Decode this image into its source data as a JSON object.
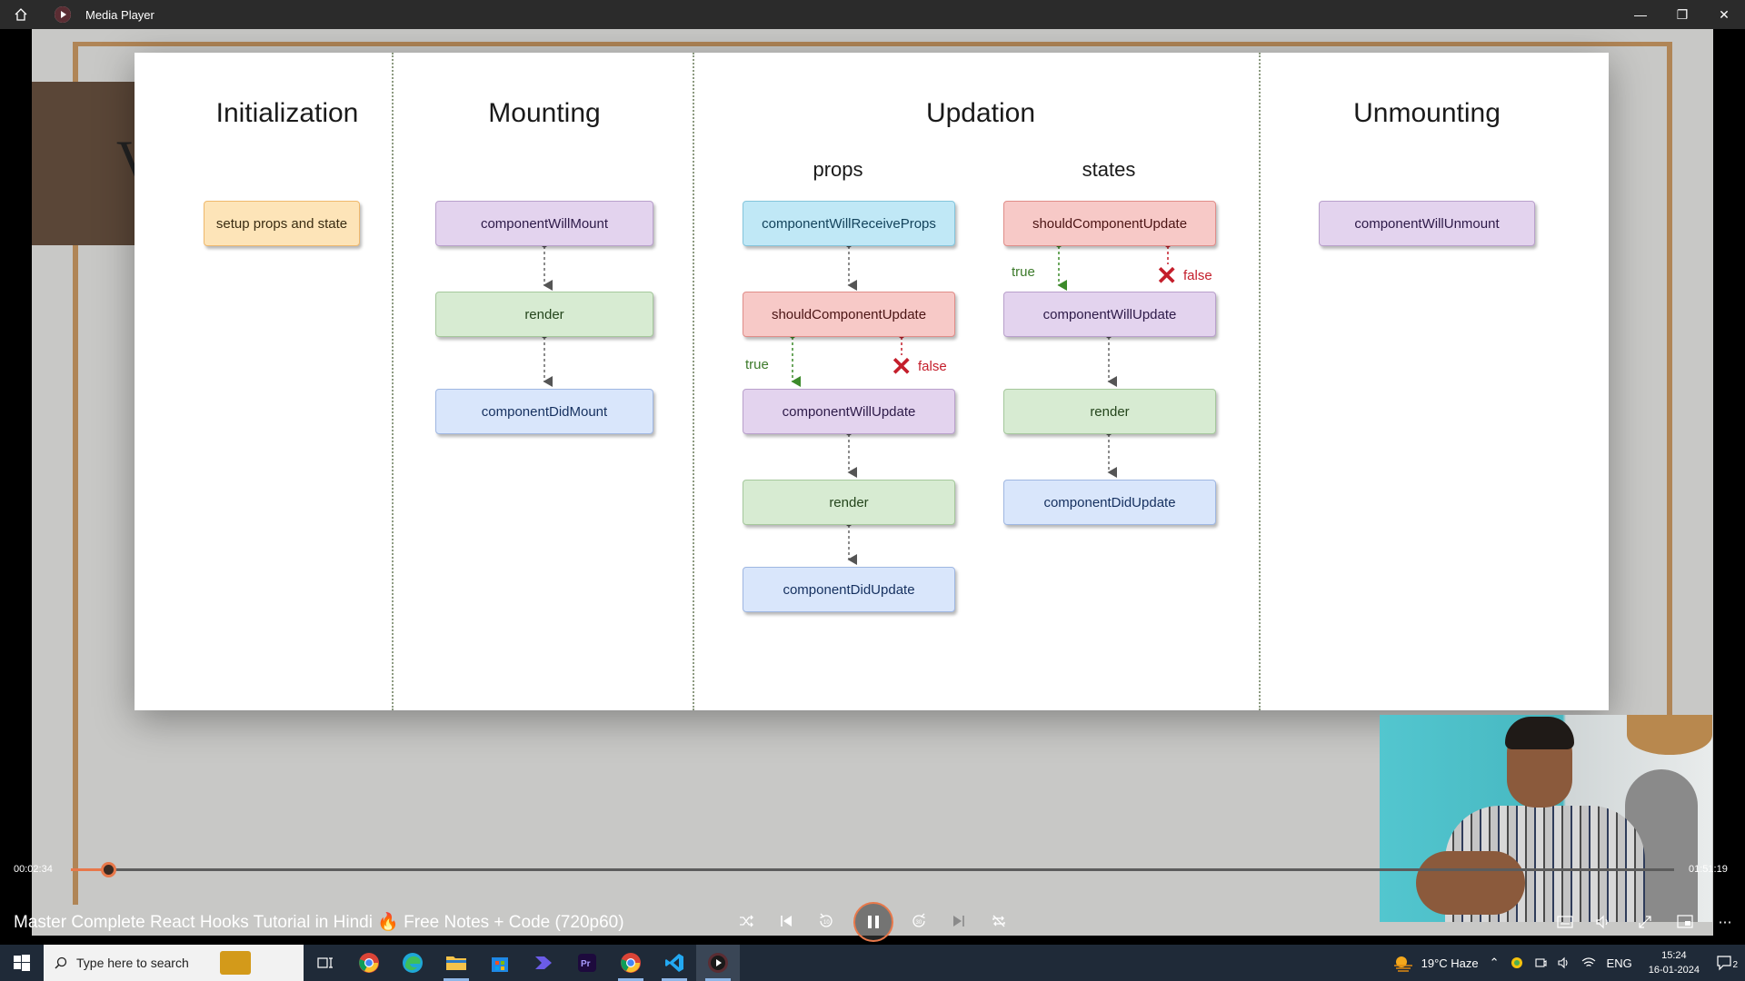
{
  "window": {
    "title": "Media Player"
  },
  "slide": {
    "columns": {
      "initialization": "Initialization",
      "mounting": "Mounting",
      "updation": "Updation",
      "unmounting": "Unmounting"
    },
    "subcolumns": {
      "props": "props",
      "states": "states"
    },
    "nodes": {
      "setup": "setup props and state",
      "m_willmount": "componentWillMount",
      "m_render": "render",
      "m_didmount": "componentDidMount",
      "p_receive": "componentWillReceiveProps",
      "p_should": "shouldComponentUpdate",
      "p_willupdate": "componentWillUpdate",
      "p_render": "render",
      "p_didupdate": "componentDidUpdate",
      "s_should": "shouldComponentUpdate",
      "s_willupdate": "componentWillUpdate",
      "s_render": "render",
      "s_didupdate": "componentDidUpdate",
      "u_willunmount": "componentWillUnmount"
    },
    "edge_labels": {
      "true": "true",
      "false": "false"
    }
  },
  "player": {
    "elapsed": "00:02:34",
    "duration": "01:51:19",
    "progress_fraction": 0.023,
    "media_title": "Master Complete React Hooks Tutorial in Hindi 🔥 Free Notes + Code (720p60)",
    "accent_color": "#e8784a"
  },
  "taskbar": {
    "search_placeholder": "Type here to search",
    "weather": "19°C  Haze",
    "language": "ENG",
    "time": "15:24",
    "date": "16-01-2024",
    "notification_count": "2"
  }
}
